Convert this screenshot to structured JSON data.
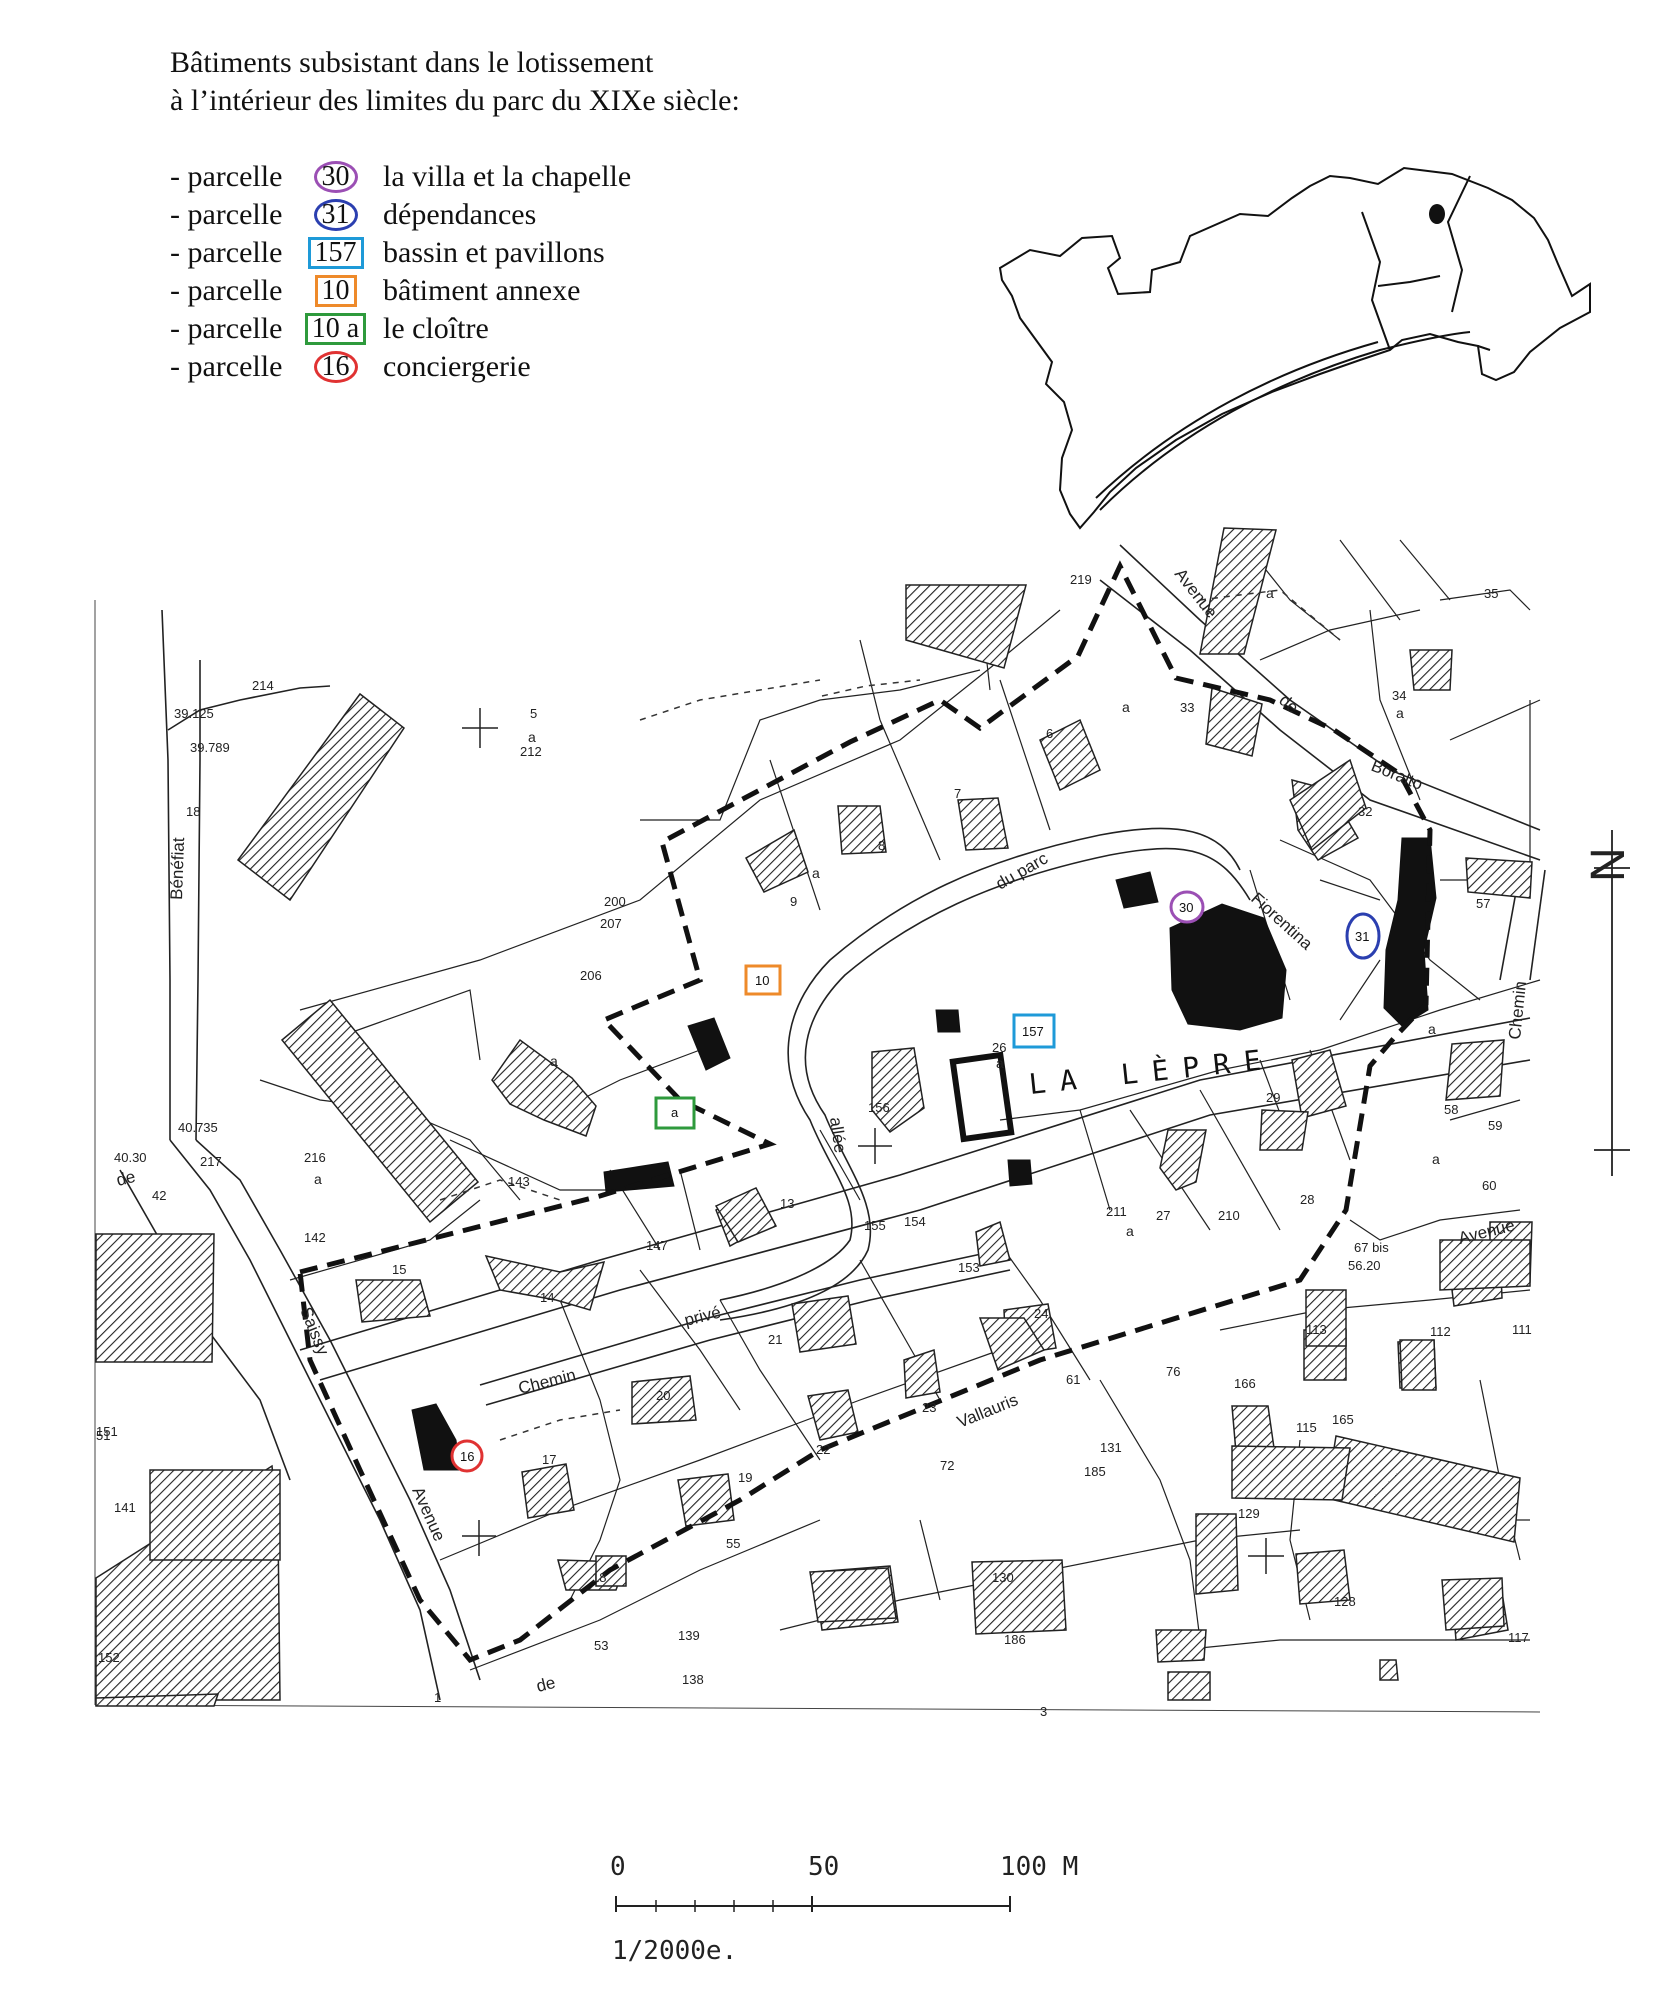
{
  "legend": {
    "title_line1": "Bâtiments subsistant dans le lotissement",
    "title_line2": "à l’intérieur des limites du parc du XIXe siècle:",
    "items": [
      {
        "prefix": "- parcelle",
        "parcel": "30",
        "label": "la villa et la chapelle",
        "shape": "circle",
        "color": "#9b4fb4"
      },
      {
        "prefix": "- parcelle",
        "parcel": "31",
        "label": "dépendances",
        "shape": "circle",
        "color": "#2b3fb0"
      },
      {
        "prefix": "- parcelle",
        "parcel": "157",
        "label": "bassin et pavillons",
        "shape": "box",
        "color": "#1e9ad8"
      },
      {
        "prefix": "- parcelle",
        "parcel": "10",
        "label": "bâtiment annexe",
        "shape": "box",
        "color": "#ee8a2a"
      },
      {
        "prefix": "- parcelle",
        "parcel": "10 a",
        "label": "le cloître",
        "shape": "box",
        "color": "#2e9a3c"
      },
      {
        "prefix": "- parcelle",
        "parcel": "16",
        "label": "conciergerie",
        "shape": "circle",
        "color": "#e03232"
      }
    ]
  },
  "map": {
    "place_name": "LA LÈPRE",
    "north_label": "N",
    "street_labels": {
      "avenue_top": "Avenue",
      "avenue_de": "de",
      "boralto": "Boralto",
      "fiorentina": "Fiorentina",
      "du_parc": "du parc",
      "allee": "allée",
      "chemin_prive": "privé",
      "chemin": "Chemin",
      "vallauris": "Vallauris",
      "avenue_right": "Avenue",
      "chemin_right": "Chemin",
      "benefiat": "Bénéfiat",
      "avenue_left": "Avenue",
      "saissy": "Saissy",
      "de_left": "de",
      "de_bottom": "de"
    },
    "parcel_numbers": [
      "219",
      "35",
      "33",
      "34",
      "6",
      "7",
      "8",
      "9",
      "32",
      "57",
      "200",
      "207",
      "206",
      "156",
      "26",
      "29",
      "58",
      "59",
      "60",
      "28",
      "13",
      "147",
      "155",
      "154",
      "153",
      "211",
      "27",
      "210",
      "15",
      "14",
      "21",
      "24",
      "23",
      "22",
      "20",
      "19",
      "17",
      "18",
      "113",
      "112",
      "111",
      "166",
      "165",
      "129",
      "128",
      "117",
      "185",
      "186",
      "139",
      "138",
      "151",
      "152",
      "216",
      "217",
      "214",
      "212",
      "130",
      "131",
      "115",
      "142",
      "143",
      "141",
      "5",
      "3",
      "1",
      "51",
      "55",
      "53",
      "61",
      "72",
      "76",
      "67 bis",
      "56.20",
      "39.125",
      "39.789",
      "40.735",
      "40.30",
      "18",
      "42"
    ],
    "parcel_letter": "a",
    "markers": [
      {
        "text": "30",
        "shape": "circle",
        "color": "#9b4fb4"
      },
      {
        "text": "31",
        "shape": "circle",
        "color": "#2b3fb0"
      },
      {
        "text": "157",
        "shape": "box",
        "color": "#1e9ad8"
      },
      {
        "text": "10",
        "shape": "box",
        "color": "#ee8a2a"
      },
      {
        "text": "a",
        "shape": "box",
        "color": "#2e9a3c"
      },
      {
        "text": "16",
        "shape": "circle",
        "color": "#e03232"
      }
    ]
  },
  "scale": {
    "tick_0": "0",
    "tick_50": "50",
    "tick_100": "100 M",
    "ratio": "1/2000e."
  }
}
